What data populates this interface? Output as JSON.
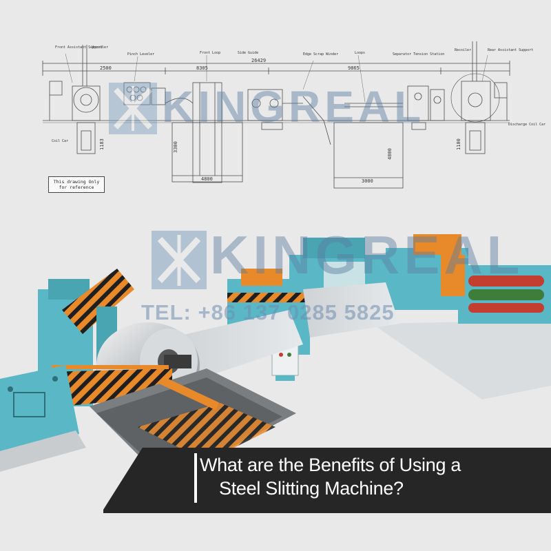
{
  "brand": {
    "watermark": "KINGREAL",
    "phone": "TEL: +86 137 0285 5825"
  },
  "drawing": {
    "note": "This drawing Only for reference",
    "dimensions": {
      "total_length": "26429",
      "left_span": "2500",
      "mid_span": "8305",
      "loop_span": "9865",
      "pit_width": "4800",
      "loop_pit_width": "3000",
      "pit_depth": "3300",
      "loop_depth": "4800",
      "height_left": "1183",
      "height_right": "1100"
    },
    "callouts": {
      "uncoiler": "Uncoiler",
      "pinch_leveler": "Pinch Leveler",
      "front_loop": "Front Loop",
      "side_guide": "Side Guide",
      "edge_scrap": "Edge Scrap Winder",
      "loops": "Loops",
      "separator": "Separator Tension Station",
      "recoiler": "Recoiler",
      "front_support": "Front Assistant Support",
      "rear_support": "Rear Assistant Support",
      "discharge_car": "Discharge Coil Car",
      "coil_car": "Coil Car"
    }
  },
  "headline": {
    "line1": "What are the Benefits of Using a",
    "line2": "Steel Slitting Machine?"
  },
  "colors": {
    "machine_teal": "#5ab8c6",
    "machine_orange": "#e8892a",
    "banner_dark": "#262626",
    "watermark_blue": "#5a7da0"
  }
}
